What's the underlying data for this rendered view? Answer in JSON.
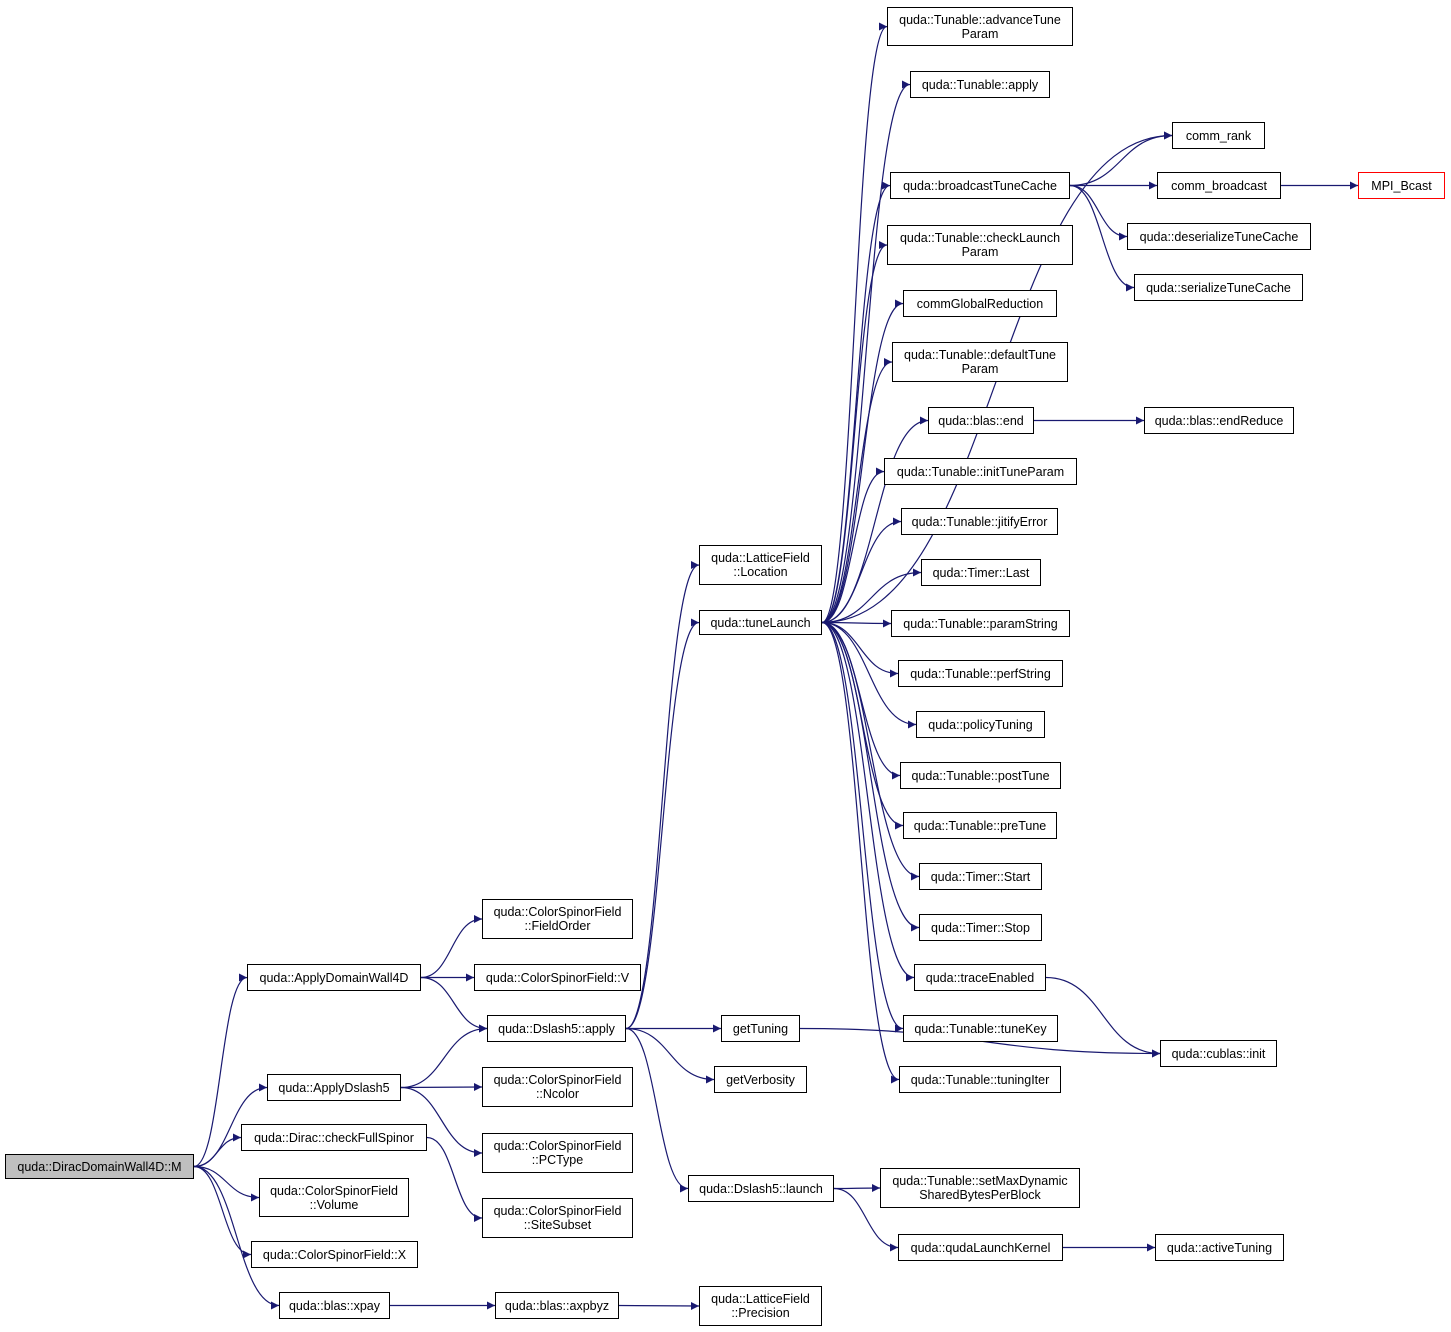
{
  "colors": {
    "edge": "#191970",
    "node_border": "#000000",
    "truncated_border": "#ff0000",
    "root_fill": "#bfbfbf"
  },
  "nodes": [
    {
      "id": "root",
      "lines": [
        "quda::DiracDomainWall4D::M"
      ]
    },
    {
      "id": "applyDW4D",
      "lines": [
        "quda::ApplyDomainWall4D"
      ]
    },
    {
      "id": "applyDslash5",
      "lines": [
        "quda::ApplyDslash5"
      ]
    },
    {
      "id": "checkFullSpinor",
      "lines": [
        "quda::Dirac::checkFullSpinor"
      ]
    },
    {
      "id": "csfVolume",
      "lines": [
        "quda::ColorSpinorField",
        "::Volume"
      ]
    },
    {
      "id": "csfX",
      "lines": [
        "quda::ColorSpinorField::X"
      ]
    },
    {
      "id": "blasXpay",
      "lines": [
        "quda::blas::xpay"
      ]
    },
    {
      "id": "csfFieldOrder",
      "lines": [
        "quda::ColorSpinorField",
        "::FieldOrder"
      ]
    },
    {
      "id": "csfV",
      "lines": [
        "quda::ColorSpinorField::V"
      ]
    },
    {
      "id": "dslash5Apply",
      "lines": [
        "quda::Dslash5::apply"
      ]
    },
    {
      "id": "csfNcolor",
      "lines": [
        "quda::ColorSpinorField",
        "::Ncolor"
      ]
    },
    {
      "id": "csfPCType",
      "lines": [
        "quda::ColorSpinorField",
        "::PCType"
      ]
    },
    {
      "id": "csfSiteSubset",
      "lines": [
        "quda::ColorSpinorField",
        "::SiteSubset"
      ]
    },
    {
      "id": "blasAxpbyz",
      "lines": [
        "quda::blas::axpbyz"
      ]
    },
    {
      "id": "lfLocation",
      "lines": [
        "quda::LatticeField",
        "::Location"
      ]
    },
    {
      "id": "tuneLaunch",
      "lines": [
        "quda::tuneLaunch"
      ]
    },
    {
      "id": "getTuning",
      "lines": [
        "getTuning"
      ]
    },
    {
      "id": "getVerbosity",
      "lines": [
        "getVerbosity"
      ]
    },
    {
      "id": "dslash5Launch",
      "lines": [
        "quda::Dslash5::launch"
      ]
    },
    {
      "id": "lfPrecision",
      "lines": [
        "quda::LatticeField",
        "::Precision"
      ]
    },
    {
      "id": "advanceTuneParam",
      "lines": [
        "quda::Tunable::advanceTune",
        "Param"
      ]
    },
    {
      "id": "tunableApply",
      "lines": [
        "quda::Tunable::apply"
      ]
    },
    {
      "id": "broadcastTuneCache",
      "lines": [
        "quda::broadcastTuneCache"
      ]
    },
    {
      "id": "checkLaunchParam",
      "lines": [
        "quda::Tunable::checkLaunch",
        "Param"
      ]
    },
    {
      "id": "commGlobalReduction",
      "lines": [
        "commGlobalReduction"
      ]
    },
    {
      "id": "defaultTuneParam",
      "lines": [
        "quda::Tunable::defaultTune",
        "Param"
      ]
    },
    {
      "id": "blasEnd",
      "lines": [
        "quda::blas::end"
      ]
    },
    {
      "id": "initTuneParam",
      "lines": [
        "quda::Tunable::initTuneParam"
      ]
    },
    {
      "id": "jitifyError",
      "lines": [
        "quda::Tunable::jitifyError"
      ]
    },
    {
      "id": "timerLast",
      "lines": [
        "quda::Timer::Last"
      ]
    },
    {
      "id": "paramString",
      "lines": [
        "quda::Tunable::paramString"
      ]
    },
    {
      "id": "perfString",
      "lines": [
        "quda::Tunable::perfString"
      ]
    },
    {
      "id": "policyTuning",
      "lines": [
        "quda::policyTuning"
      ]
    },
    {
      "id": "postTune",
      "lines": [
        "quda::Tunable::postTune"
      ]
    },
    {
      "id": "preTune",
      "lines": [
        "quda::Tunable::preTune"
      ]
    },
    {
      "id": "timerStart",
      "lines": [
        "quda::Timer::Start"
      ]
    },
    {
      "id": "timerStop",
      "lines": [
        "quda::Timer::Stop"
      ]
    },
    {
      "id": "traceEnabled",
      "lines": [
        "quda::traceEnabled"
      ]
    },
    {
      "id": "tuneKey",
      "lines": [
        "quda::Tunable::tuneKey"
      ]
    },
    {
      "id": "tuningIter",
      "lines": [
        "quda::Tunable::tuningIter"
      ]
    },
    {
      "id": "setMaxDyn",
      "lines": [
        "quda::Tunable::setMaxDynamic",
        "SharedBytesPerBlock"
      ]
    },
    {
      "id": "qudaLaunchKernel",
      "lines": [
        "quda::qudaLaunchKernel"
      ]
    },
    {
      "id": "commRank",
      "lines": [
        "comm_rank"
      ]
    },
    {
      "id": "commBroadcast",
      "lines": [
        "comm_broadcast"
      ]
    },
    {
      "id": "deserializeTuneCache",
      "lines": [
        "quda::deserializeTuneCache"
      ]
    },
    {
      "id": "serializeTuneCache",
      "lines": [
        "quda::serializeTuneCache"
      ]
    },
    {
      "id": "blasEndReduce",
      "lines": [
        "quda::blas::endReduce"
      ]
    },
    {
      "id": "cublasInit",
      "lines": [
        "quda::cublas::init"
      ]
    },
    {
      "id": "activeTuning",
      "lines": [
        "quda::activeTuning"
      ]
    },
    {
      "id": "mpiBcast",
      "lines": [
        "MPI_Bcast"
      ]
    }
  ],
  "edges": [
    [
      "root",
      "applyDW4D"
    ],
    [
      "root",
      "applyDslash5"
    ],
    [
      "root",
      "checkFullSpinor"
    ],
    [
      "root",
      "csfVolume"
    ],
    [
      "root",
      "csfX"
    ],
    [
      "root",
      "blasXpay"
    ],
    [
      "applyDW4D",
      "csfFieldOrder"
    ],
    [
      "applyDW4D",
      "csfV"
    ],
    [
      "applyDW4D",
      "dslash5Apply"
    ],
    [
      "applyDslash5",
      "dslash5Apply"
    ],
    [
      "applyDslash5",
      "csfNcolor"
    ],
    [
      "applyDslash5",
      "csfPCType"
    ],
    [
      "checkFullSpinor",
      "csfSiteSubset"
    ],
    [
      "blasXpay",
      "blasAxpbyz"
    ],
    [
      "blasAxpbyz",
      "lfPrecision"
    ],
    [
      "dslash5Apply",
      "lfLocation"
    ],
    [
      "dslash5Apply",
      "tuneLaunch"
    ],
    [
      "dslash5Apply",
      "getTuning"
    ],
    [
      "dslash5Apply",
      "getVerbosity"
    ],
    [
      "dslash5Apply",
      "dslash5Launch"
    ],
    [
      "dslash5Launch",
      "setMaxDyn"
    ],
    [
      "dslash5Launch",
      "qudaLaunchKernel"
    ],
    [
      "qudaLaunchKernel",
      "activeTuning"
    ],
    [
      "getTuning",
      "cublasInit"
    ],
    [
      "tuneLaunch",
      "advanceTuneParam"
    ],
    [
      "tuneLaunch",
      "tunableApply"
    ],
    [
      "tuneLaunch",
      "commRank"
    ],
    [
      "tuneLaunch",
      "broadcastTuneCache"
    ],
    [
      "tuneLaunch",
      "checkLaunchParam"
    ],
    [
      "tuneLaunch",
      "commGlobalReduction"
    ],
    [
      "tuneLaunch",
      "defaultTuneParam"
    ],
    [
      "tuneLaunch",
      "blasEnd"
    ],
    [
      "tuneLaunch",
      "initTuneParam"
    ],
    [
      "tuneLaunch",
      "jitifyError"
    ],
    [
      "tuneLaunch",
      "timerLast"
    ],
    [
      "tuneLaunch",
      "paramString"
    ],
    [
      "tuneLaunch",
      "perfString"
    ],
    [
      "tuneLaunch",
      "policyTuning"
    ],
    [
      "tuneLaunch",
      "postTune"
    ],
    [
      "tuneLaunch",
      "preTune"
    ],
    [
      "tuneLaunch",
      "timerStart"
    ],
    [
      "tuneLaunch",
      "timerStop"
    ],
    [
      "tuneLaunch",
      "traceEnabled"
    ],
    [
      "tuneLaunch",
      "tuneKey"
    ],
    [
      "tuneLaunch",
      "tuningIter"
    ],
    [
      "broadcastTuneCache",
      "commRank"
    ],
    [
      "broadcastTuneCache",
      "commBroadcast"
    ],
    [
      "broadcastTuneCache",
      "deserializeTuneCache"
    ],
    [
      "broadcastTuneCache",
      "serializeTuneCache"
    ],
    [
      "commBroadcast",
      "mpiBcast"
    ],
    [
      "blasEnd",
      "blasEndReduce"
    ],
    [
      "traceEnabled",
      "cublasInit"
    ]
  ]
}
